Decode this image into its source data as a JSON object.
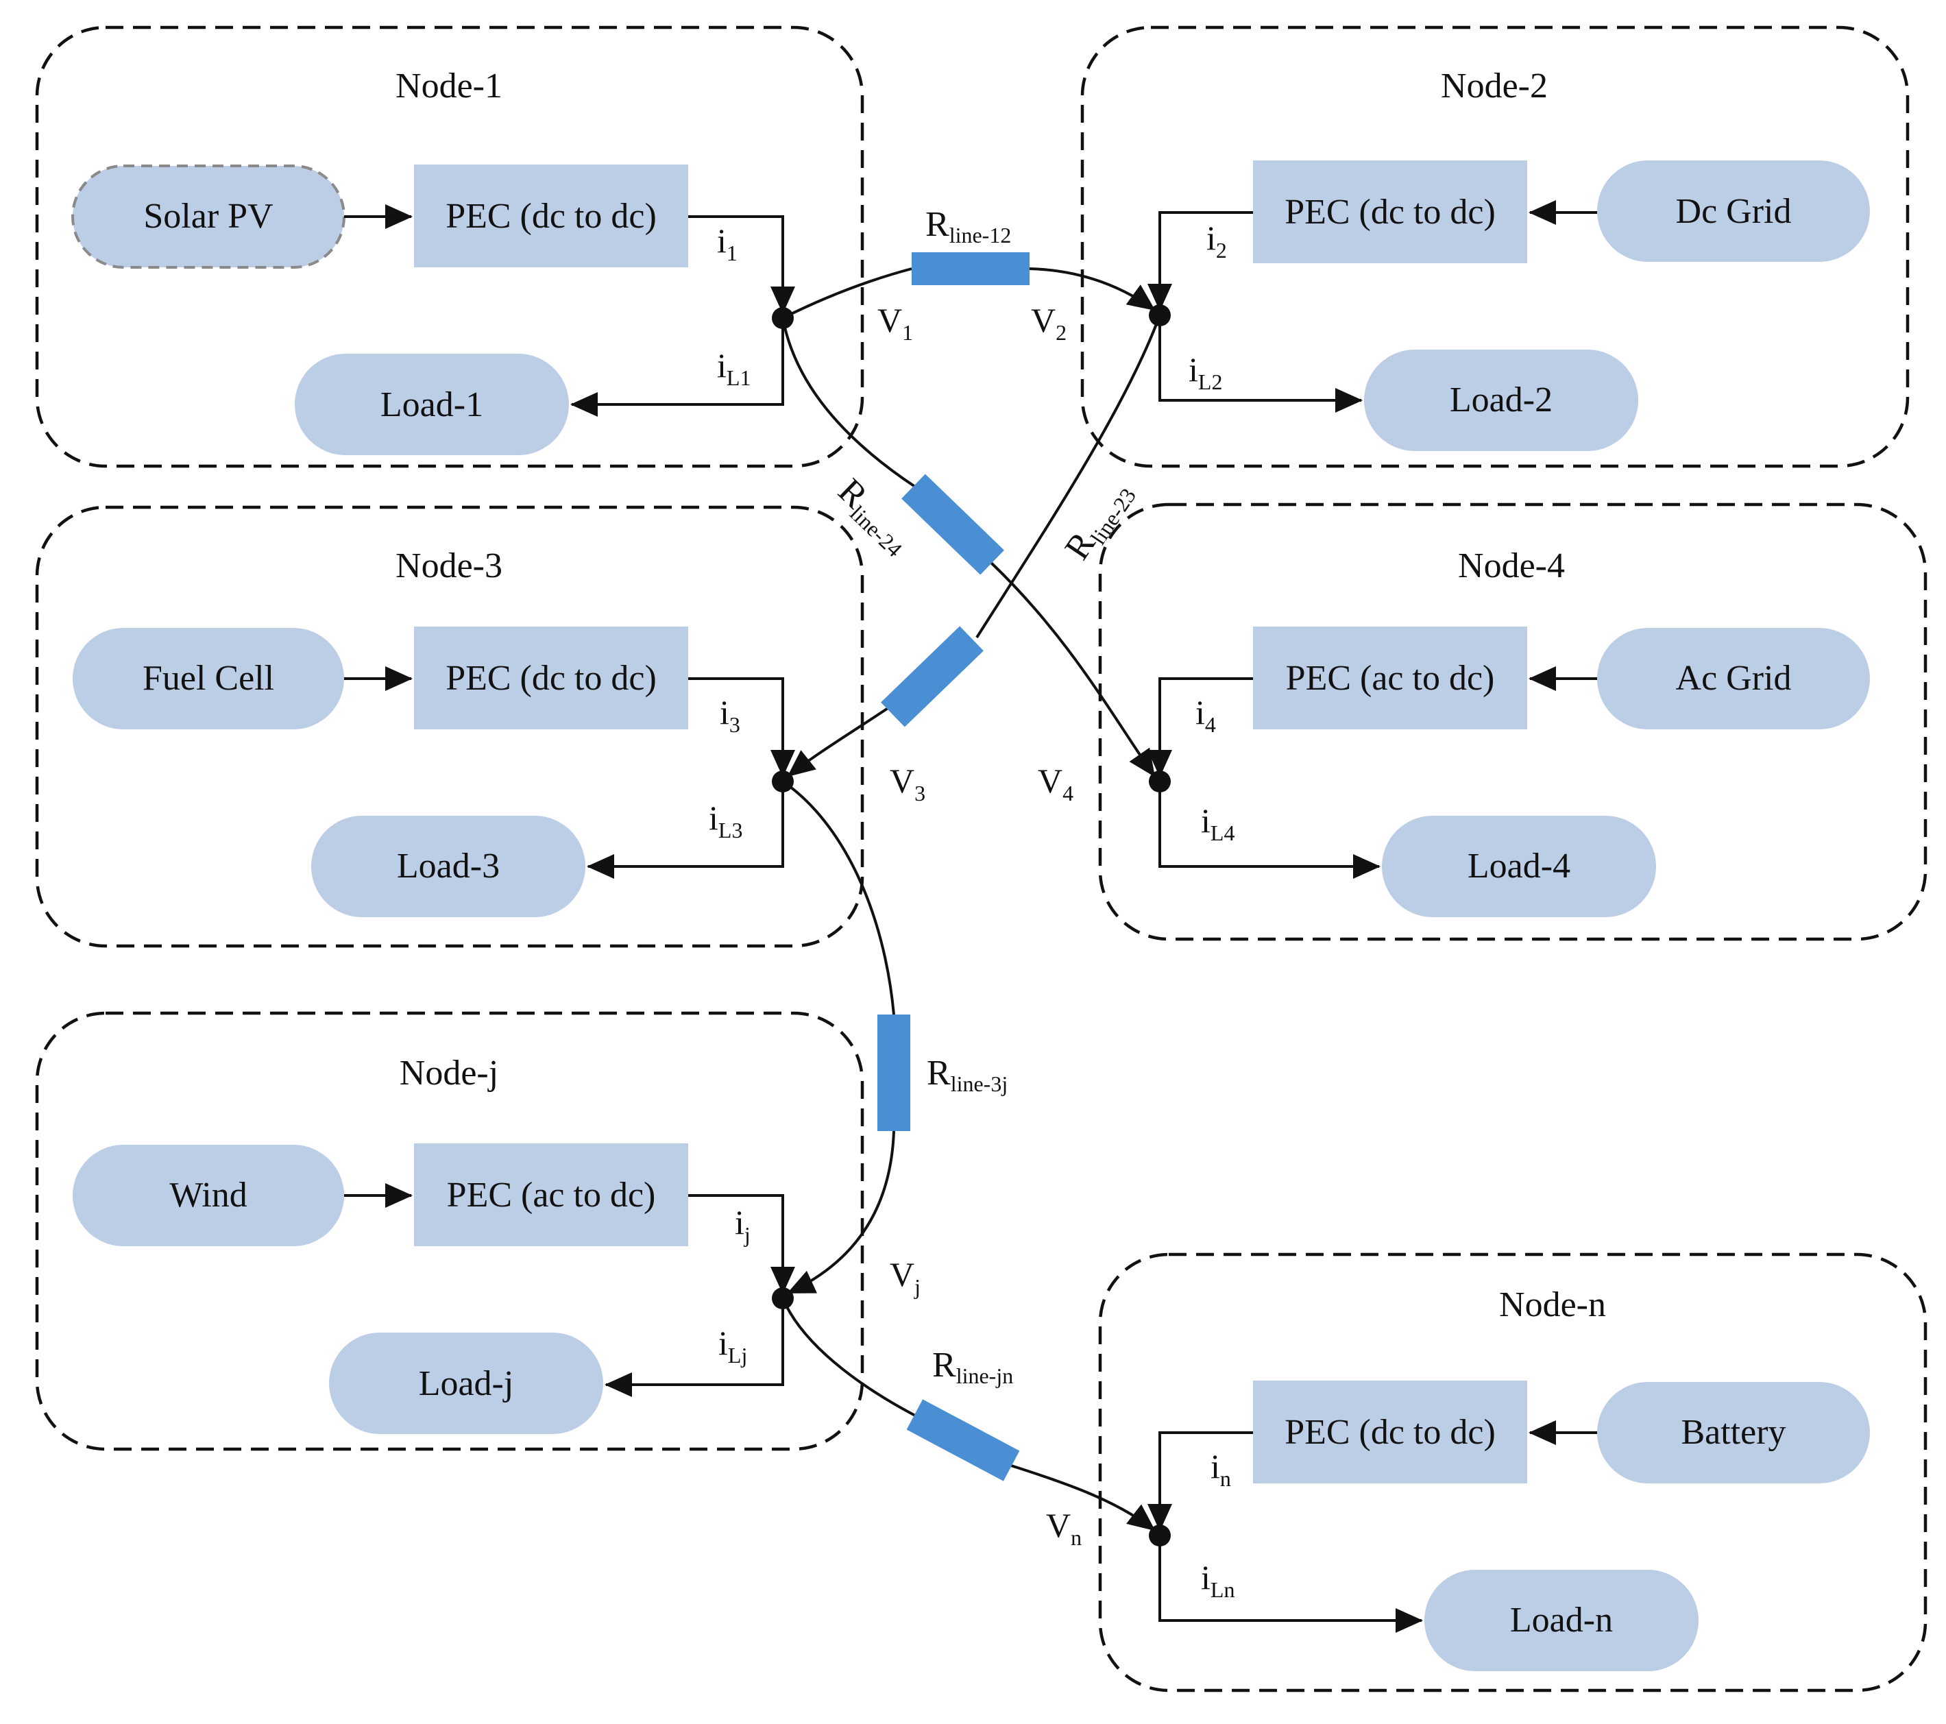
{
  "nodes": [
    {
      "title": "Node-1",
      "source": "Solar PV",
      "pec": "PEC (dc to dc)",
      "load": "Load-1",
      "current": {
        "main": "i",
        "sub": "1"
      },
      "load_current": {
        "main": "i",
        "sub": "L1"
      }
    },
    {
      "title": "Node-2",
      "source": "Dc Grid",
      "pec": "PEC (dc to dc)",
      "load": "Load-2",
      "current": {
        "main": "i",
        "sub": "2"
      },
      "load_current": {
        "main": "i",
        "sub": "L2"
      }
    },
    {
      "title": "Node-3",
      "source": "Fuel Cell",
      "pec": "PEC (dc to dc)",
      "load": "Load-3",
      "current": {
        "main": "i",
        "sub": "3"
      },
      "load_current": {
        "main": "i",
        "sub": "L3"
      }
    },
    {
      "title": "Node-4",
      "source": "Ac Grid",
      "pec": "PEC (ac to dc)",
      "load": "Load-4",
      "current": {
        "main": "i",
        "sub": "4"
      },
      "load_current": {
        "main": "i",
        "sub": "L4"
      }
    },
    {
      "title": "Node-j",
      "source": "Wind",
      "pec": "PEC (ac to dc)",
      "load": "Load-j",
      "current": {
        "main": "i",
        "sub": "j"
      },
      "load_current": {
        "main": "i",
        "sub": "Lj"
      }
    },
    {
      "title": "Node-n",
      "source": "Battery",
      "pec": "PEC (dc to dc)",
      "load": "Load-n",
      "current": {
        "main": "i",
        "sub": "n"
      },
      "load_current": {
        "main": "i",
        "sub": "Ln"
      }
    }
  ],
  "voltages": [
    {
      "main": "V",
      "sub": "1"
    },
    {
      "main": "V",
      "sub": "2"
    },
    {
      "main": "V",
      "sub": "3"
    },
    {
      "main": "V",
      "sub": "4"
    },
    {
      "main": "V",
      "sub": "j"
    },
    {
      "main": "V",
      "sub": "n"
    }
  ],
  "lines": [
    {
      "main": "R",
      "sub": "line-12"
    },
    {
      "main": "R",
      "sub": "line-24"
    },
    {
      "main": "R",
      "sub": "line-23"
    },
    {
      "main": "R",
      "sub": "line-3j"
    },
    {
      "main": "R",
      "sub": "line-jn"
    }
  ],
  "colors": {
    "block_fill": "#bccde6",
    "resistor_fill": "#4a8fd4",
    "line": "#111111"
  }
}
